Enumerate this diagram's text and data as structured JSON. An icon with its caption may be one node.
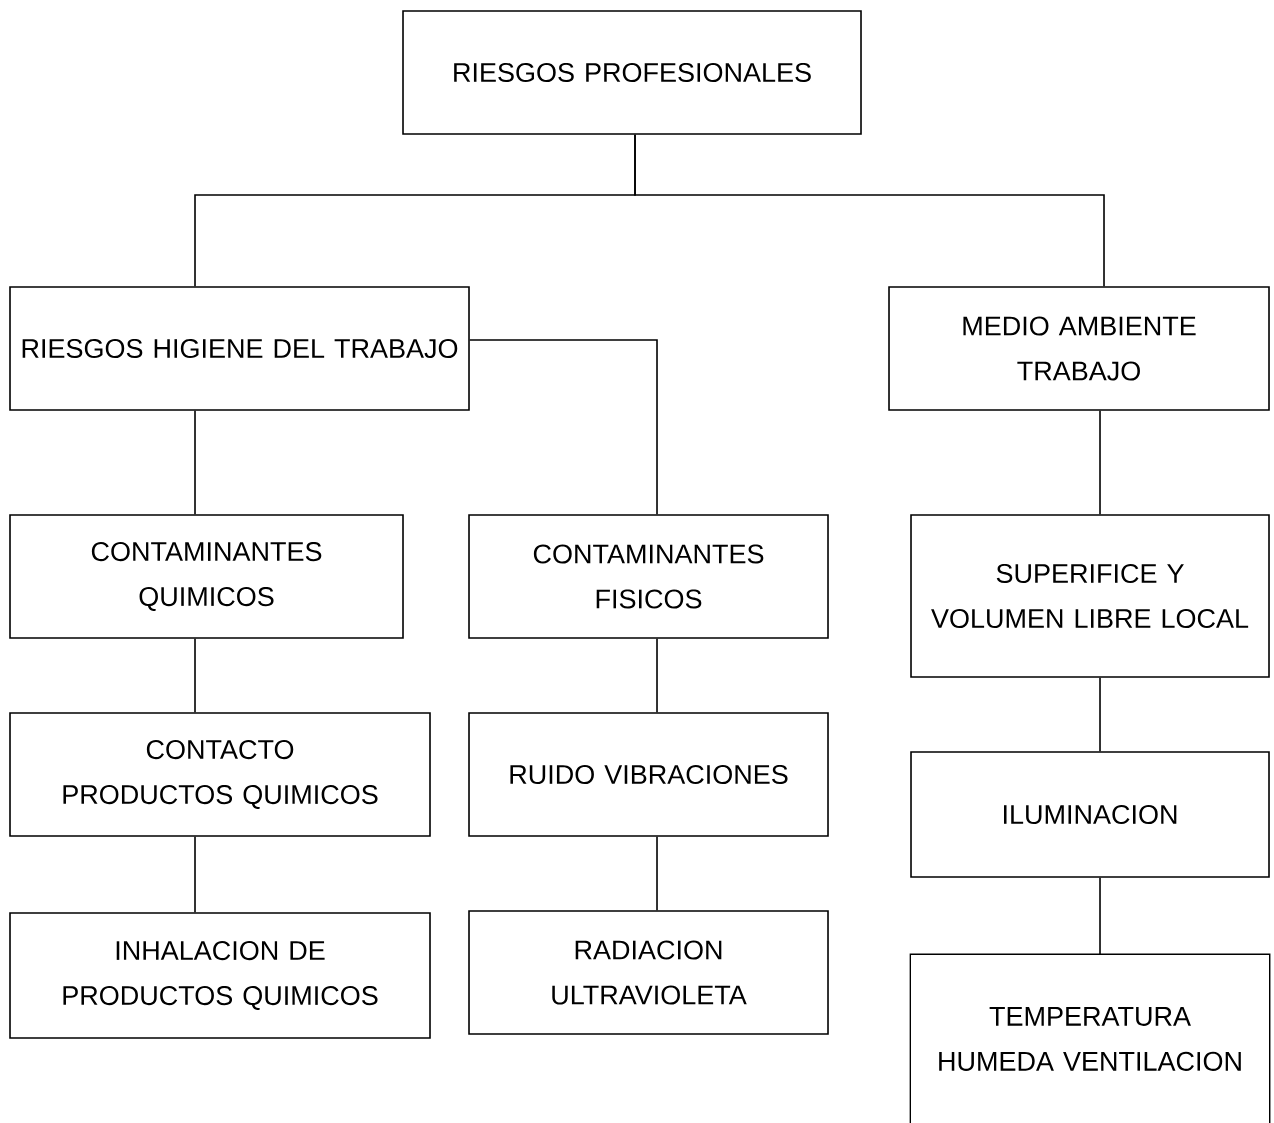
{
  "diagram": {
    "nodes": [
      {
        "text": [
          "RIESGOS PROFESIONALES"
        ]
      },
      {
        "text": [
          "RIESGOS HIGIENE DEL TRABAJO"
        ]
      },
      {
        "text": [
          "MEDIO AMBIENTE TRABAJO"
        ]
      },
      {
        "text": [
          "CONTAMINANTES QUIMICOS"
        ]
      },
      {
        "text": [
          "CONTAMINANTES FISICOS"
        ]
      },
      {
        "text": [
          "SUPERIFICE Y VOLUMEN LIBRE LOCAL"
        ]
      },
      {
        "text": [
          "CONTACTO PRODUCTOS QUIMICOS"
        ]
      },
      {
        "text": [
          "RUIDO VIBRACIONES"
        ]
      },
      {
        "text": [
          "ILUMINACION"
        ]
      },
      {
        "text": [
          "INHALACION DE PRODUCTOS QUIMICOS"
        ]
      },
      {
        "text": [
          "RADIACION ULTRAVIOLETA"
        ]
      },
      {
        "text": [
          "TEMPERATURA HUMEDA VENTILACION"
        ]
      }
    ],
    "edges": [
      {
        "from": 0,
        "to": 1,
        "arrow": "none"
      },
      {
        "from": 0,
        "to": 2,
        "arrow": "none"
      },
      {
        "from": 1,
        "to": 3,
        "arrow": "none"
      },
      {
        "from": 1,
        "to": 4,
        "arrow": "none"
      },
      {
        "from": 2,
        "to": 5,
        "arrow": "none"
      },
      {
        "from": 3,
        "to": 6,
        "arrow": "none"
      },
      {
        "from": 4,
        "to": 7,
        "arrow": "none"
      },
      {
        "from": 5,
        "to": 8,
        "arrow": "none"
      },
      {
        "from": 6,
        "to": 9,
        "arrow": "none"
      },
      {
        "from": 7,
        "to": 10,
        "arrow": "none"
      },
      {
        "from": 8,
        "to": 11,
        "arrow": "none"
      }
    ]
  }
}
